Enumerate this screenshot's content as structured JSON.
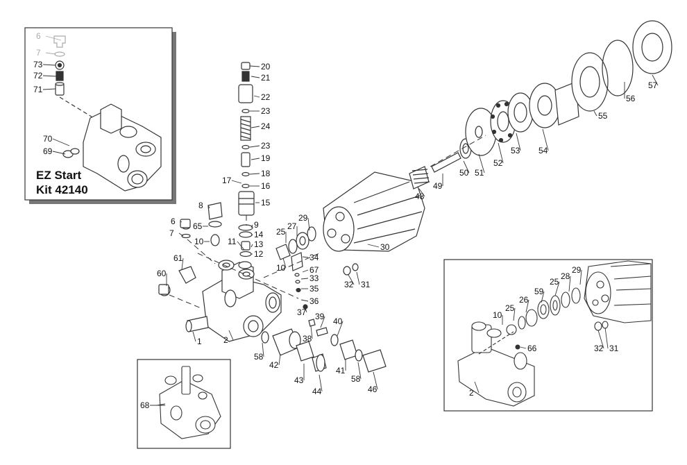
{
  "kit": {
    "line1": "EZ Start",
    "line2": "Kit 42140"
  },
  "callouts": {
    "inset_kit": [
      {
        "label": "6",
        "gray": true
      },
      {
        "label": "7",
        "gray": true
      },
      {
        "label": "73"
      },
      {
        "label": "72"
      },
      {
        "label": "71"
      },
      {
        "label": "70"
      },
      {
        "label": "69"
      }
    ],
    "main": [
      {
        "label": "20"
      },
      {
        "label": "21"
      },
      {
        "label": "22"
      },
      {
        "label": "23"
      },
      {
        "label": "24"
      },
      {
        "label": "23"
      },
      {
        "label": "19"
      },
      {
        "label": "18"
      },
      {
        "label": "17"
      },
      {
        "label": "16"
      },
      {
        "label": "15"
      },
      {
        "label": "8"
      },
      {
        "label": "6"
      },
      {
        "label": "65"
      },
      {
        "label": "7"
      },
      {
        "label": "10"
      },
      {
        "label": "9"
      },
      {
        "label": "14"
      },
      {
        "label": "11"
      },
      {
        "label": "13"
      },
      {
        "label": "12"
      },
      {
        "label": "61"
      },
      {
        "label": "60"
      },
      {
        "label": "1"
      },
      {
        "label": "2"
      },
      {
        "label": "10"
      },
      {
        "label": "34"
      },
      {
        "label": "67"
      },
      {
        "label": "33"
      },
      {
        "label": "35"
      },
      {
        "label": "36"
      },
      {
        "label": "37"
      },
      {
        "label": "38"
      },
      {
        "label": "39"
      },
      {
        "label": "40"
      },
      {
        "label": "58"
      },
      {
        "label": "42"
      },
      {
        "label": "43"
      },
      {
        "label": "44"
      },
      {
        "label": "41"
      },
      {
        "label": "58"
      },
      {
        "label": "46"
      },
      {
        "label": "25"
      },
      {
        "label": "27"
      },
      {
        "label": "29"
      },
      {
        "label": "30"
      },
      {
        "label": "32"
      },
      {
        "label": "31"
      },
      {
        "label": "48"
      },
      {
        "label": "49"
      },
      {
        "label": "50"
      },
      {
        "label": "51"
      },
      {
        "label": "52"
      },
      {
        "label": "53"
      },
      {
        "label": "54"
      },
      {
        "label": "55"
      },
      {
        "label": "56"
      },
      {
        "label": "57"
      }
    ],
    "inset_right": [
      {
        "label": "29"
      },
      {
        "label": "28"
      },
      {
        "label": "25"
      },
      {
        "label": "59"
      },
      {
        "label": "26"
      },
      {
        "label": "25"
      },
      {
        "label": "10"
      },
      {
        "label": "66"
      },
      {
        "label": "2"
      },
      {
        "label": "32"
      },
      {
        "label": "31"
      }
    ],
    "inset_bottom": [
      {
        "label": "68"
      }
    ]
  }
}
